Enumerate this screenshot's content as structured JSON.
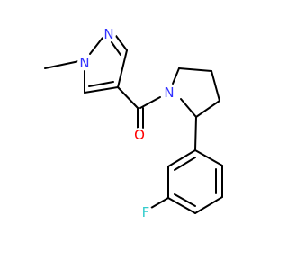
{
  "molecule": {
    "atoms": {
      "n_methyl": {
        "symbol": "N",
        "color": "#3333ff"
      },
      "n_pyrazole": {
        "symbol": "N",
        "color": "#3333ff"
      },
      "n_pyrrolidine": {
        "symbol": "N",
        "color": "#3333ff"
      },
      "o_carbonyl": {
        "symbol": "O",
        "color": "#ff0000"
      },
      "f_aryl": {
        "symbol": "F",
        "color": "#33cccc"
      }
    },
    "bond_color": "#000000"
  }
}
